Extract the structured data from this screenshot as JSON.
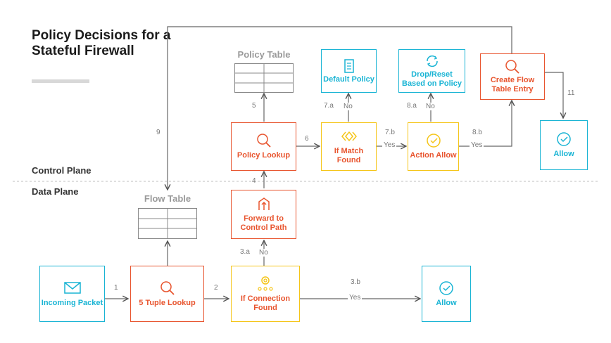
{
  "title": "Policy Decisions for a Stateful Firewall",
  "planes": {
    "control": "Control Plane",
    "data": "Data Plane"
  },
  "tables": {
    "policy": "Policy Table",
    "flow": "Flow Table"
  },
  "nodes": {
    "incoming_packet": "Incoming Packet",
    "tuple_lookup": "5 Tuple Lookup",
    "if_connection_found": "If Connection Found",
    "allow_data": "Allow",
    "forward_control": "Forward to Control Path",
    "policy_lookup": "Policy Lookup",
    "if_match_found": "If Match Found",
    "default_policy": "Default Policy",
    "action_allow": "Action Allow",
    "drop_reset": "Drop/Reset Based on Policy",
    "create_flow": "Create Flow Table Entry",
    "allow_control": "Allow"
  },
  "edges": {
    "e1": "1",
    "e2": "2",
    "e3a": "3.a",
    "e3b": "3.b",
    "e4": "4",
    "e5": "5",
    "e6": "6",
    "e7a": "7.a",
    "e7b": "7.b",
    "e8a": "8.a",
    "e8b": "8.b",
    "e9": "9",
    "e11": "11",
    "no": "No",
    "yes": "Yes"
  },
  "colors": {
    "red": "#e8552f",
    "yellow": "#f5c518",
    "cyan": "#19b4d4",
    "gray": "#777777"
  },
  "icons": {
    "incoming_packet": "envelope-icon",
    "tuple_lookup": "search-icon",
    "if_connection_found": "gear-network-icon",
    "allow": "check-circle-icon",
    "forward_control": "building-arrow-icon",
    "policy_lookup": "search-icon",
    "if_match_found": "diamond-icon",
    "default_policy": "document-icon",
    "action_allow": "check-circle-icon",
    "drop_reset": "refresh-icon",
    "create_flow": "search-icon"
  }
}
